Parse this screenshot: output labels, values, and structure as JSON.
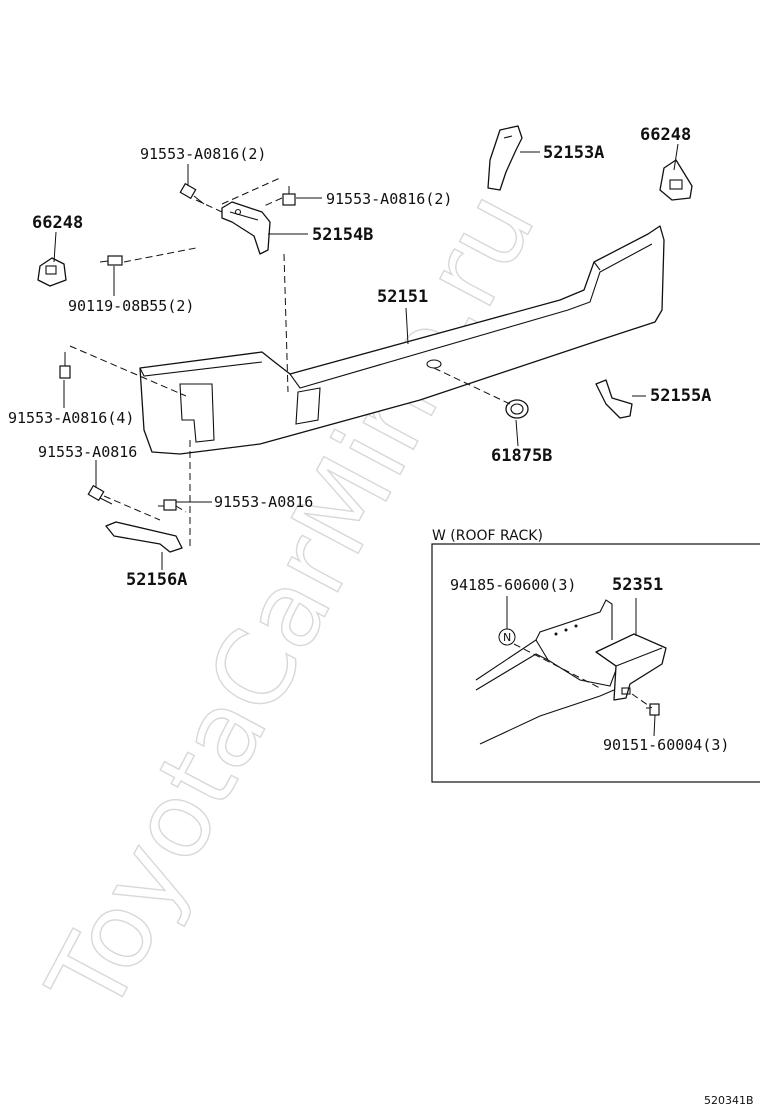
{
  "watermark": "ToyotaCarMine.ru",
  "labels": {
    "bolt_top_left": "91553-A0816(2)",
    "bolt_top_right": "91553-A0816(2)",
    "spoiler_end_right": "52153A",
    "bracket_right_top": "66248",
    "bracket_left_top": "66248",
    "bracket_center": "52154B",
    "clip_left": "90119-08B55(2)",
    "spoiler_main": "52151",
    "bolt_left_4": "91553-A0816(4)",
    "bracket_right_low": "52155A",
    "grommet": "61875B",
    "bolt_low_left": "91553-A0816",
    "bolt_low_right": "91553-A0816",
    "bracket_low": "52156A"
  },
  "inset": {
    "title": "W (ROOF RACK)",
    "nut_label": "94185-60600(3)",
    "nut_symbol": "N",
    "bracket_label": "52351",
    "screw_label": "90151-60004(3)"
  },
  "diagram_code": "520341B"
}
